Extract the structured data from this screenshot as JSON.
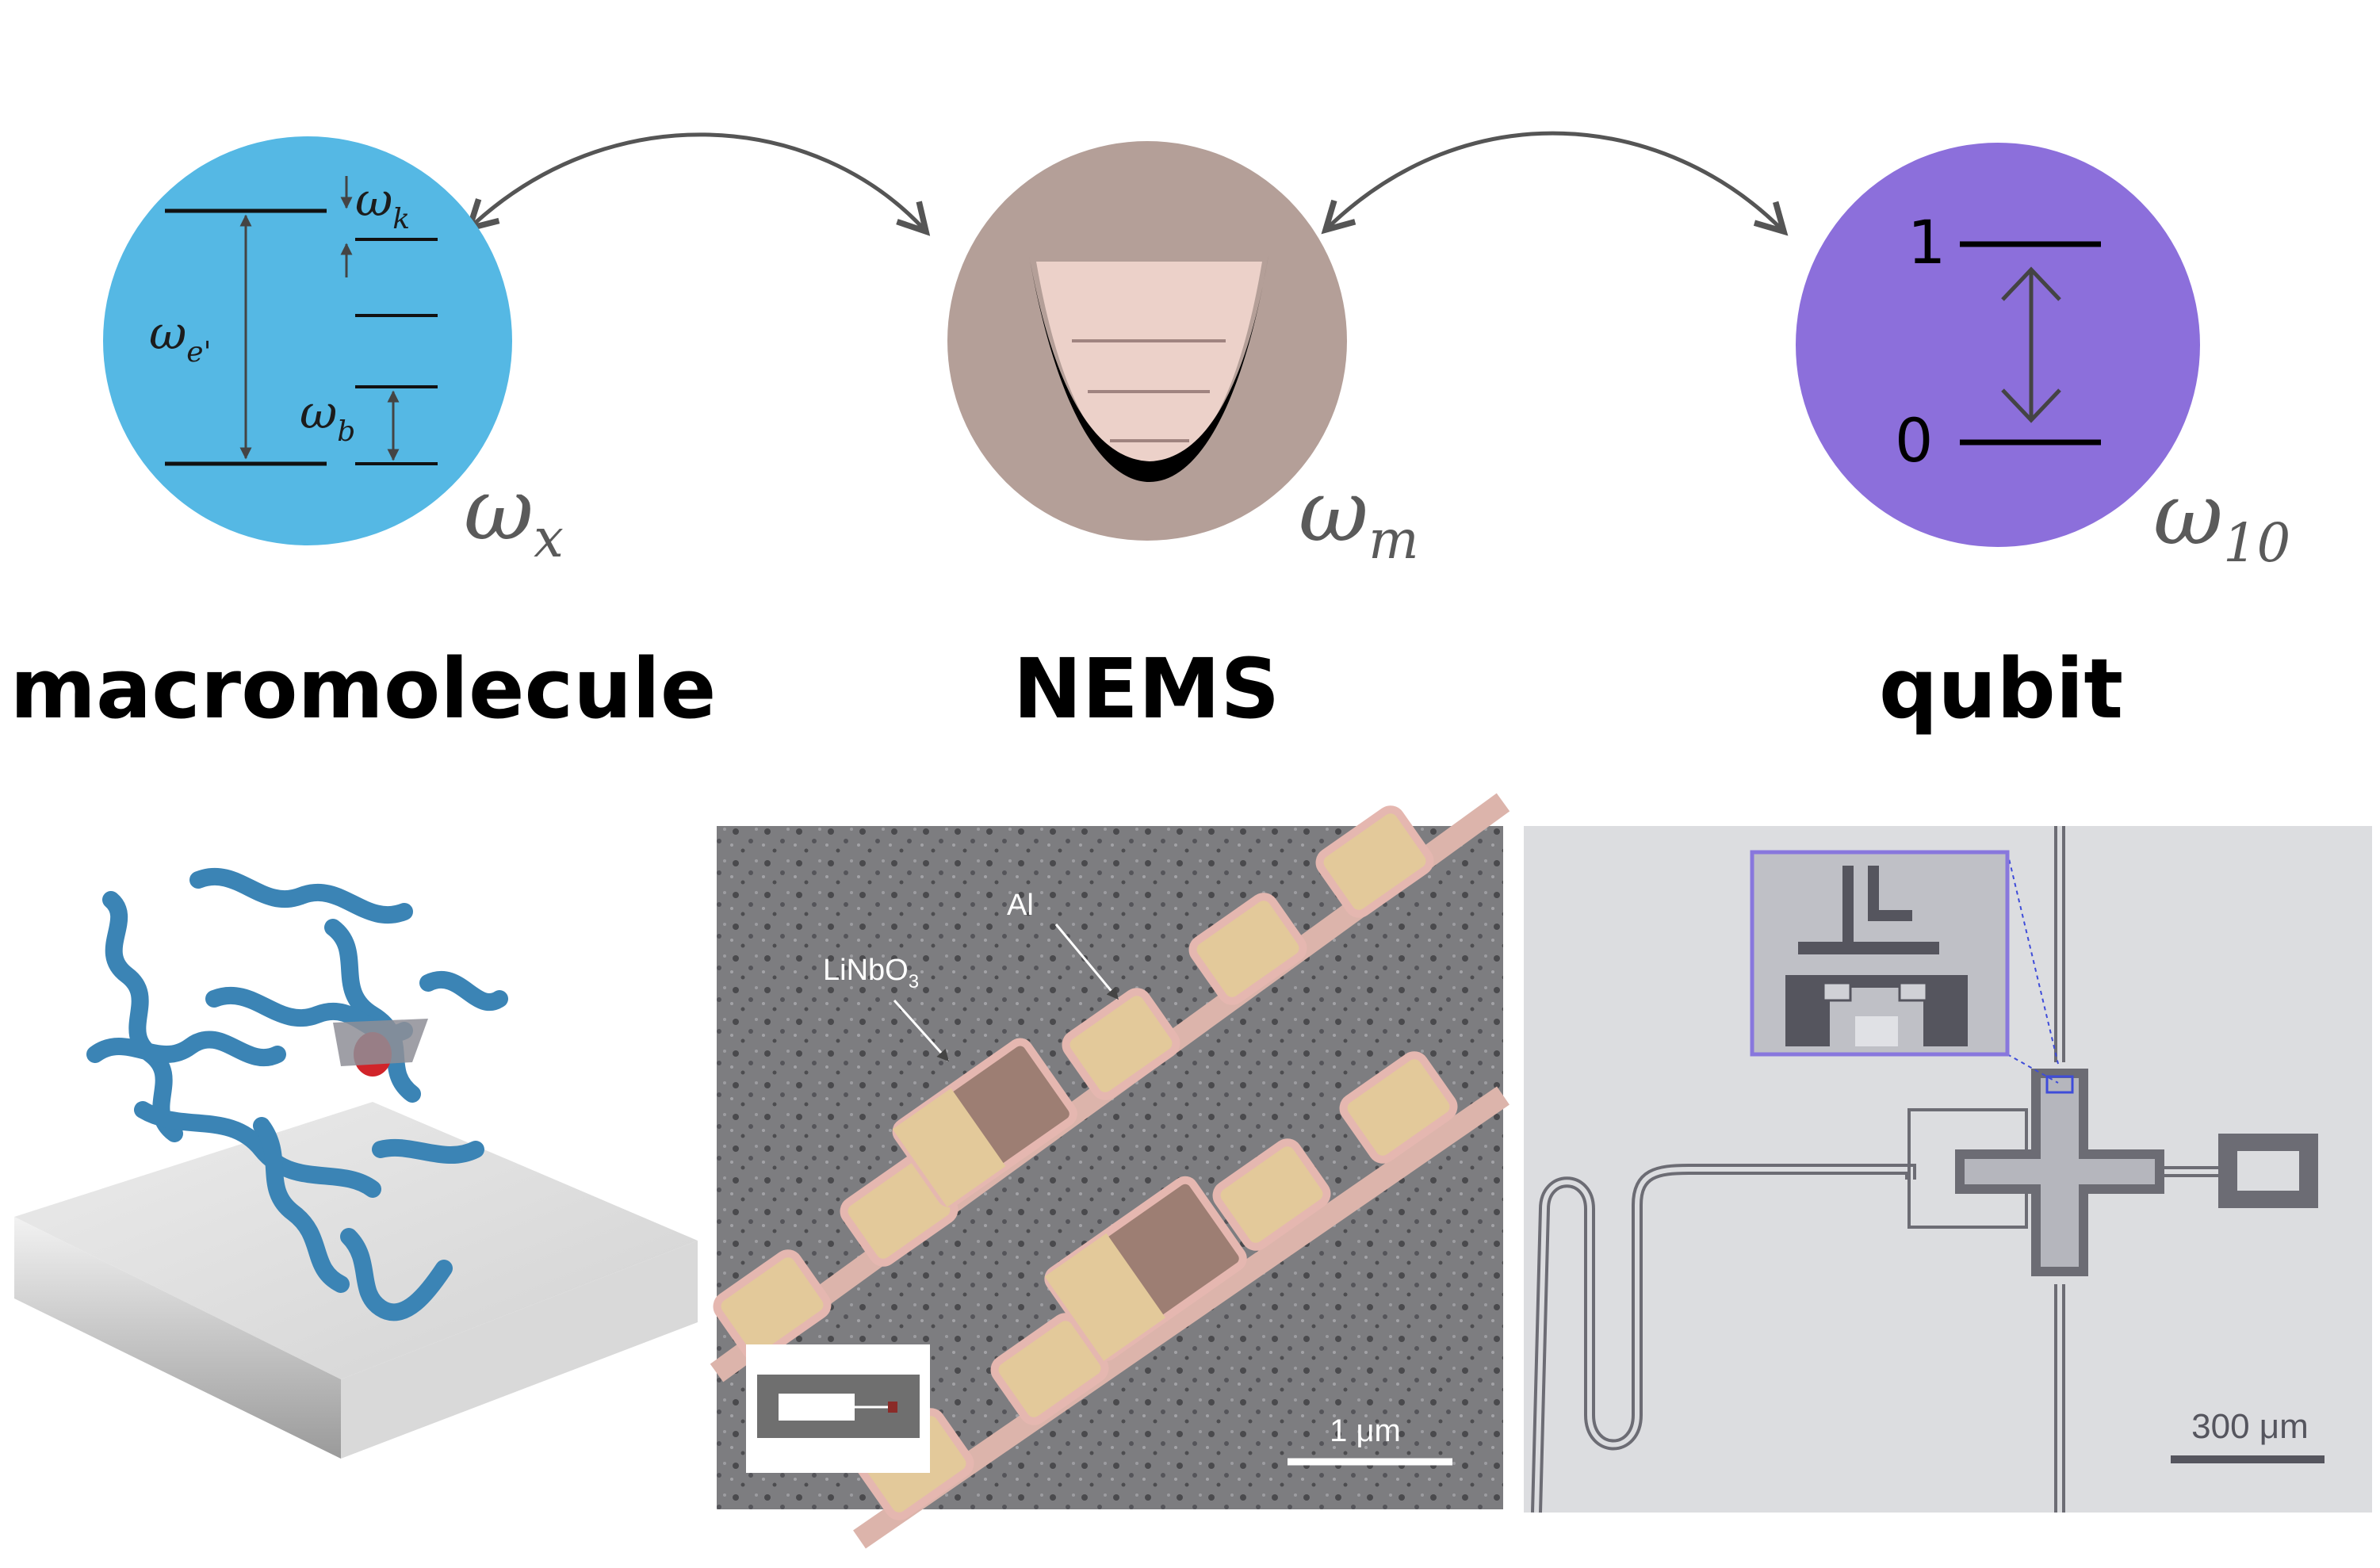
{
  "colors": {
    "macromolecule_circle": "#55b8e4",
    "nems_circle": "#b49f98",
    "qubit_circle": "#8c6fdb",
    "arrow": "#555555",
    "al_pad": "#e3c99a",
    "linbo3": "#e5b7b0",
    "qubit_inset_border": "#8877dd"
  },
  "macromolecule": {
    "label": "macromolecule",
    "frequency_symbol": "ω",
    "frequency_sub": "x",
    "levels": {
      "e_symbol": "ω",
      "e_sub": "e'",
      "k_symbol": "ω",
      "k_sub": "k",
      "b_symbol": "ω",
      "b_sub": "b"
    },
    "image": "protein-ribbon-on-substrate"
  },
  "nems": {
    "label": "NEMS",
    "frequency_symbol": "ω",
    "frequency_sub": "m",
    "image": "sem-micrograph-phononic-crystal",
    "annotation_al": "Al",
    "annotation_linbo3": "LiNbO",
    "annotation_linbo3_sub": "3",
    "scale_bar": "1 μm"
  },
  "qubit": {
    "label": "qubit",
    "frequency_symbol": "ω",
    "frequency_sub": "10",
    "level_1": "1",
    "level_0": "0",
    "image": "optical-micrograph-transmon",
    "scale_bar": "300 μm"
  }
}
